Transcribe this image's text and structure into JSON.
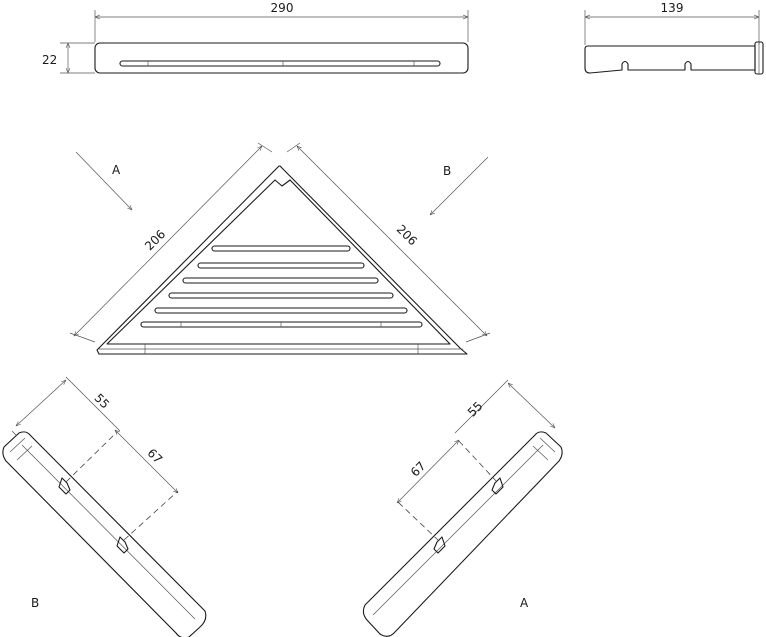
{
  "dimensions": {
    "top_width": "290",
    "top_height": "22",
    "side_width": "139",
    "diag_left": "206",
    "diag_right": "206",
    "left_55": "55",
    "left_67": "67",
    "right_55": "55",
    "right_67": "67"
  },
  "view_labels": {
    "arrow_a": "A",
    "arrow_b": "B",
    "bottom_left": "B",
    "bottom_right": "A"
  }
}
